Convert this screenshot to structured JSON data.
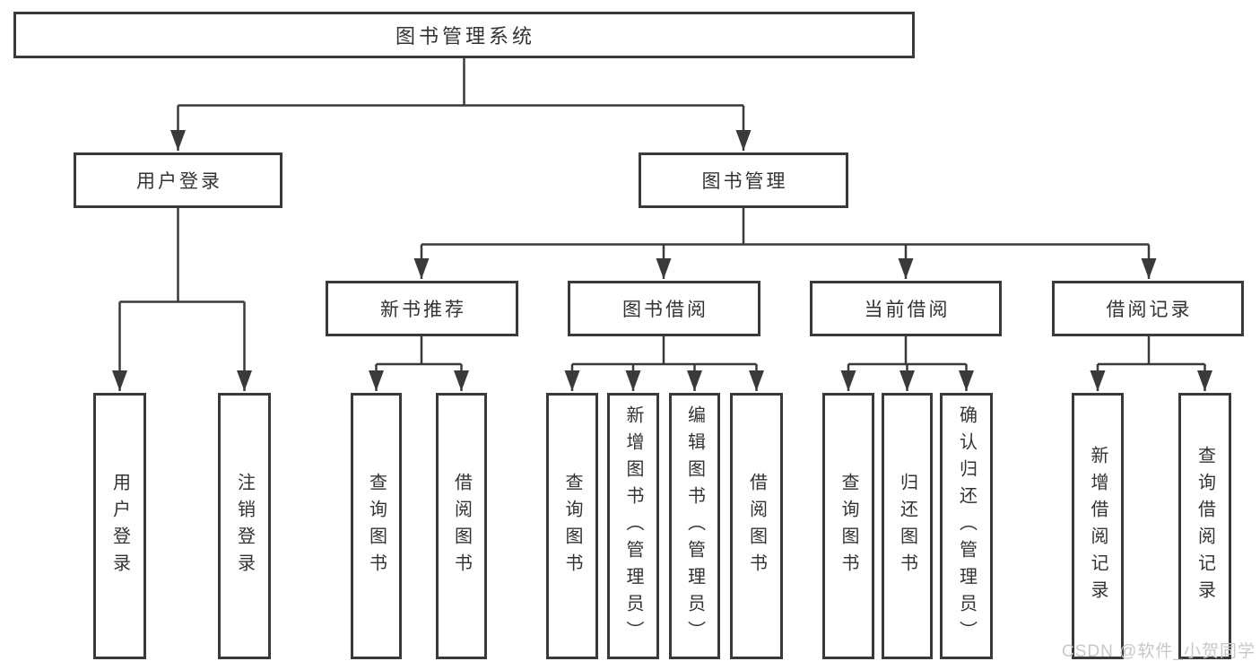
{
  "tree": {
    "label": "图书管理系统",
    "children": [
      {
        "label": "用户登录",
        "children": [
          {
            "label": "用户登录"
          },
          {
            "label": "注销登录"
          }
        ]
      },
      {
        "label": "图书管理",
        "children": [
          {
            "label": "新书推荐",
            "children": [
              {
                "label": "查询图书"
              },
              {
                "label": "借阅图书"
              }
            ]
          },
          {
            "label": "图书借阅",
            "children": [
              {
                "label": "查询图书"
              },
              {
                "label": "新增图书（管理员）"
              },
              {
                "label": "编辑图书（管理员）"
              },
              {
                "label": "借阅图书"
              }
            ]
          },
          {
            "label": "当前借阅",
            "children": [
              {
                "label": "查询图书"
              },
              {
                "label": "归还图书"
              },
              {
                "label": "确认归还（管理员）"
              }
            ]
          },
          {
            "label": "借阅记录",
            "children": [
              {
                "label": "新增借阅记录"
              },
              {
                "label": "查询借阅记录"
              }
            ]
          }
        ]
      }
    ]
  },
  "watermark": "CSDN @软件_小贺同学",
  "colors": {
    "line": "#3a3a3a",
    "text": "#333333",
    "box_background": "#ffffff",
    "watermark_text": "#c8c8c8",
    "page_background": "#ffffff"
  }
}
